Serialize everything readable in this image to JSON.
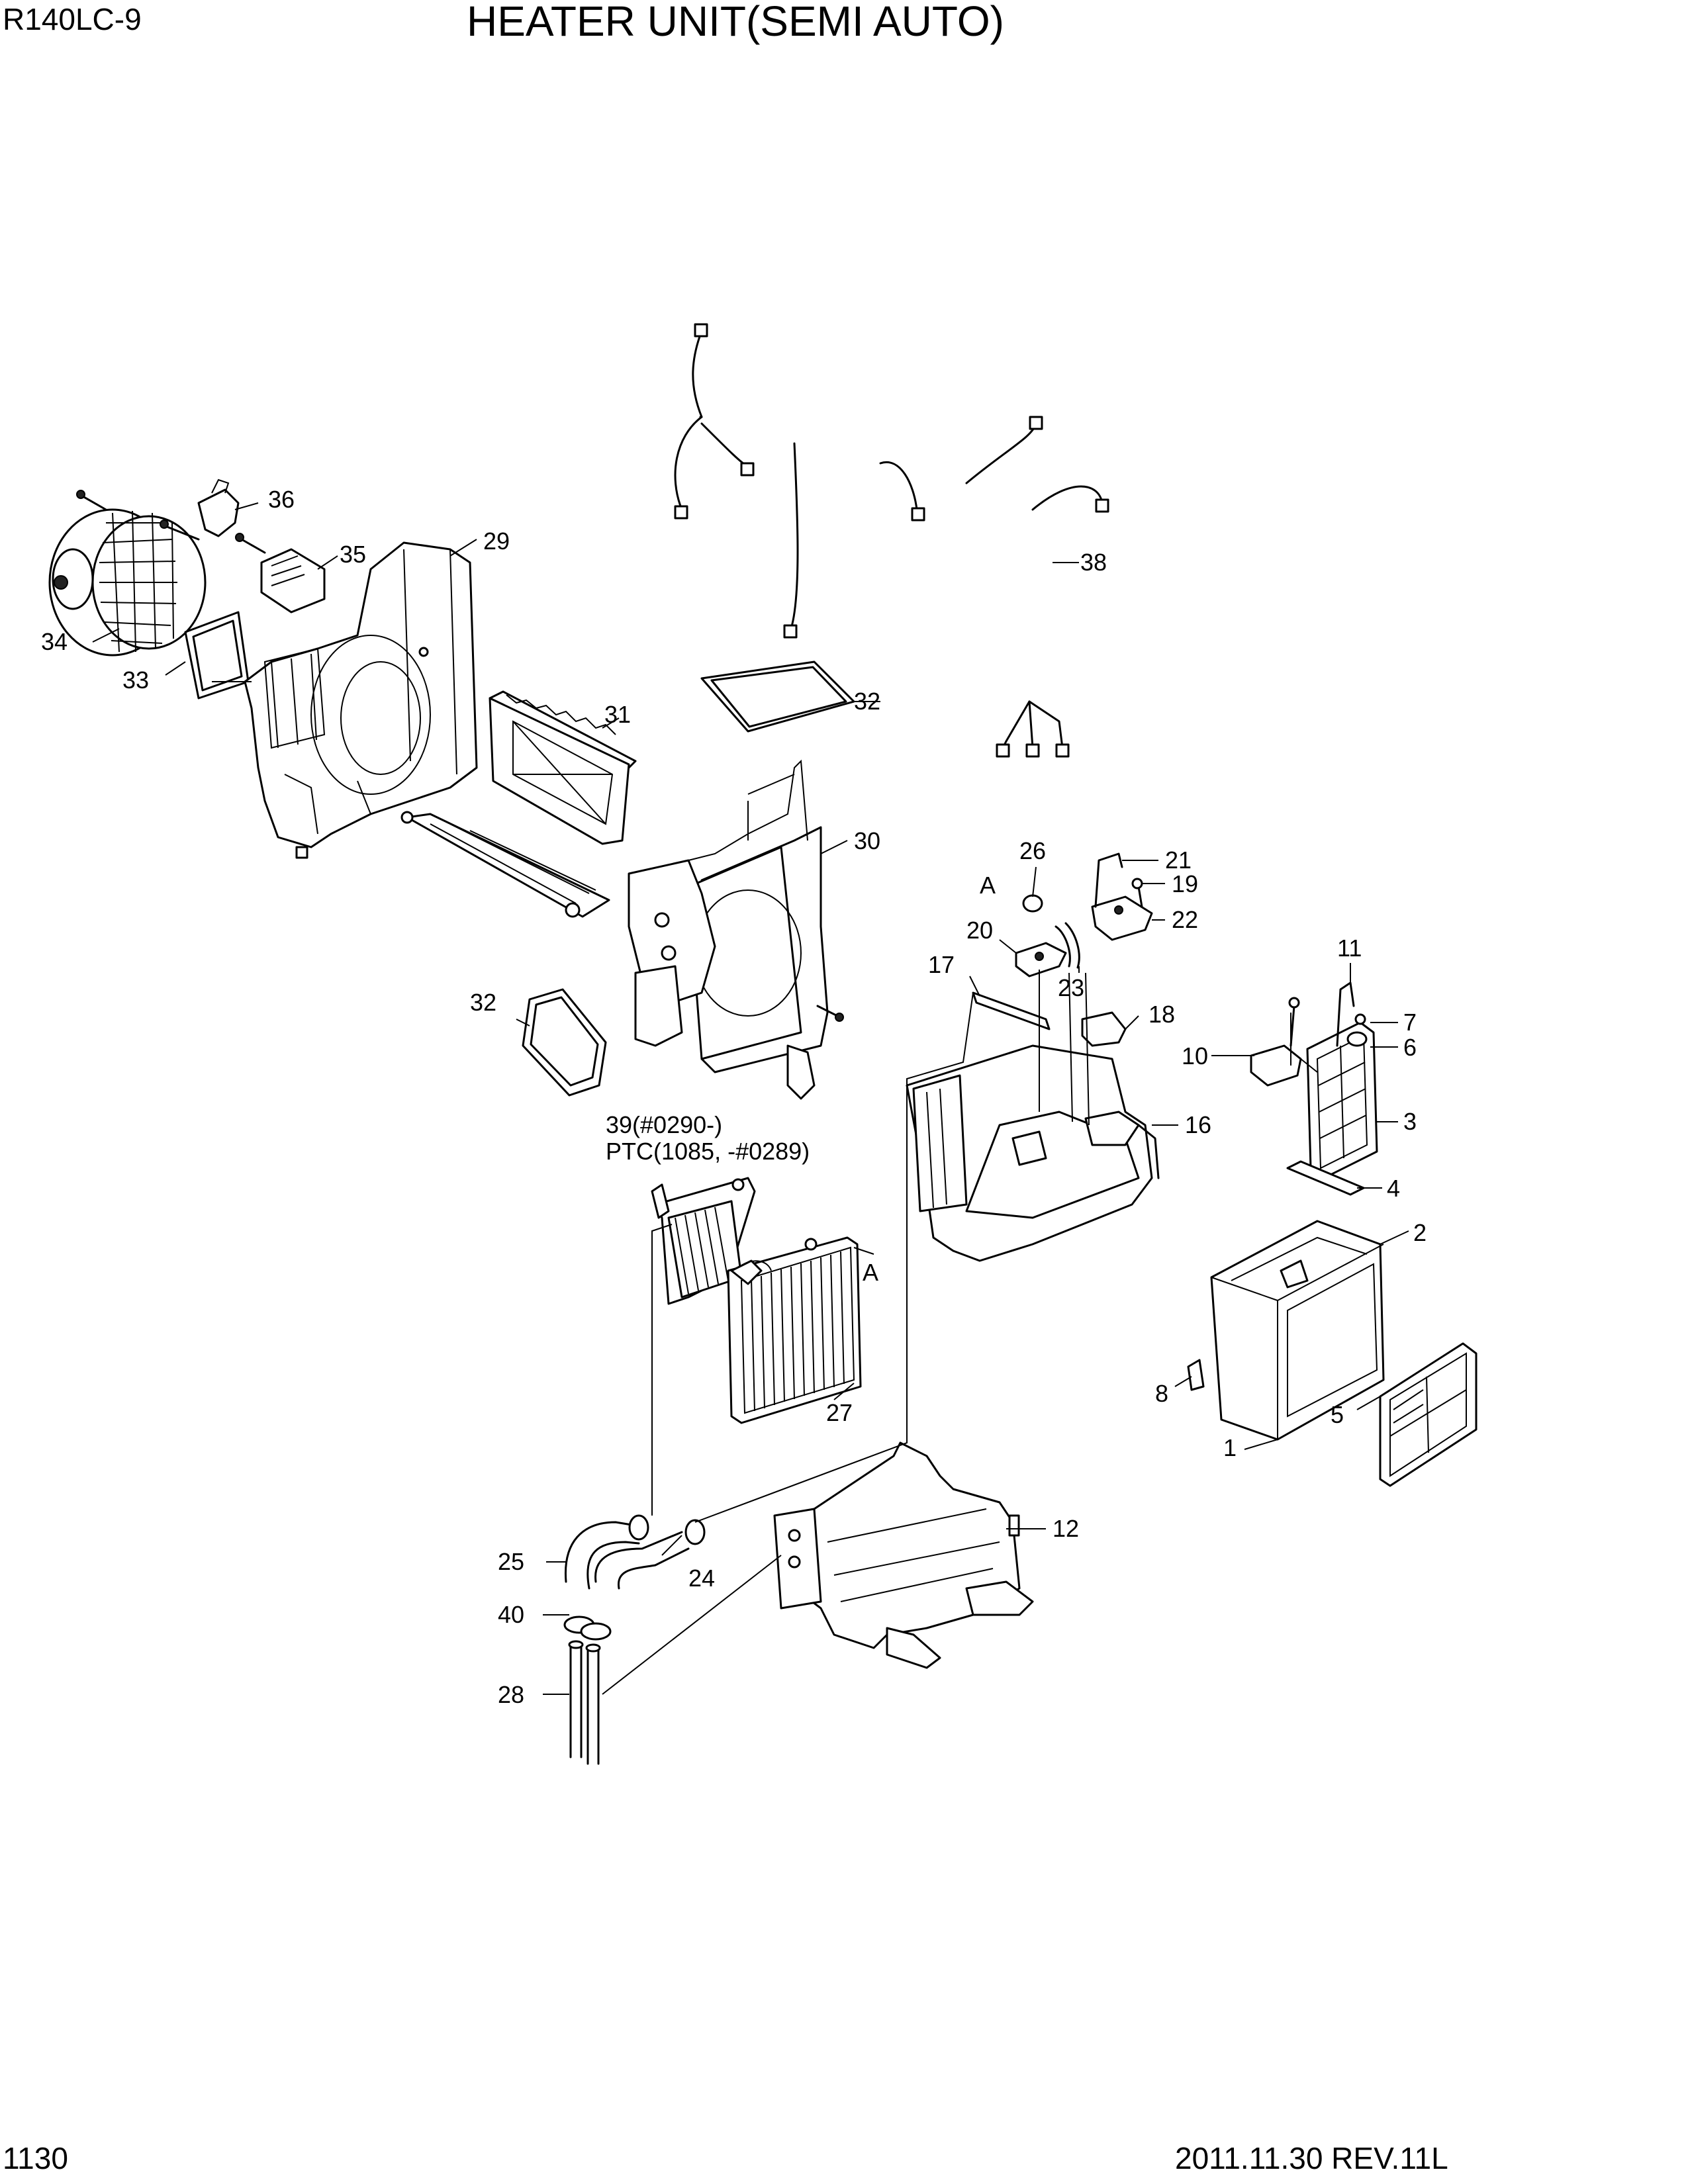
{
  "header": {
    "model": "R140LC-9",
    "title": "HEATER UNIT(SEMI AUTO)"
  },
  "footer": {
    "page_number": "1130",
    "revision": "2011.11.30  REV.11L"
  },
  "callouts": {
    "c1": "1",
    "c2": "2",
    "c3": "3",
    "c4": "4",
    "c5": "5",
    "c6": "6",
    "c7": "7",
    "c8": "8",
    "c10": "10",
    "c11": "11",
    "c12": "12",
    "c16": "16",
    "c17": "17",
    "c18": "18",
    "c19": "19",
    "c20": "20",
    "c21": "21",
    "c22": "22",
    "c23": "23",
    "c24": "24",
    "c25": "25",
    "c26": "26",
    "c27": "27",
    "c28": "28",
    "c29": "29",
    "c30": "30",
    "c31": "31",
    "c32a": "32",
    "c32b": "32",
    "c33": "33",
    "c34": "34",
    "c35": "35",
    "c36": "36",
    "c38": "38",
    "c39": "39(#0290-)",
    "ptc": "PTC(1085, -#0289)",
    "c40": "40",
    "refA1": "A",
    "refA2": "A"
  }
}
